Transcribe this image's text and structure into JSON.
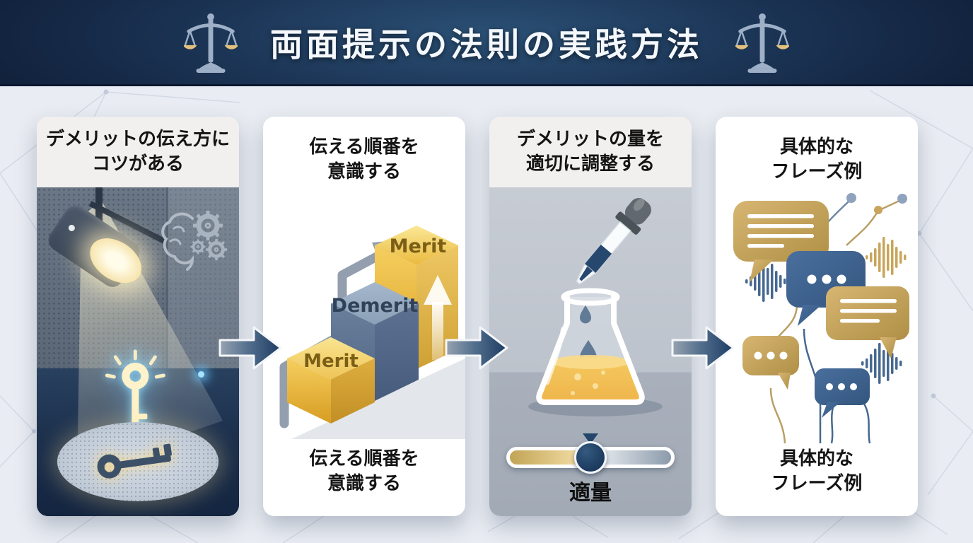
{
  "header": {
    "title": "両面提示の法則の実践方法",
    "left_icon": "balance-scale-icon",
    "right_icon": "balance-scale-icon"
  },
  "cards": [
    {
      "title_line1": "デメリットの伝え方に",
      "title_line2": "コツがある",
      "icons": [
        "spotlight-icon",
        "glowing-key-icon",
        "brain-gears-icon",
        "floor-key-icon"
      ]
    },
    {
      "title_line1": "伝える順番を",
      "title_line2": "意識する",
      "block_labels": [
        "Merit",
        "Demerit",
        "Merit"
      ],
      "bottom_line1": "伝える順番を",
      "bottom_line2": "意識する",
      "icons": [
        "rising-steps-icon",
        "zigzag-arrow-icon",
        "up-arrow-icon"
      ]
    },
    {
      "title_line1": "デメリットの量を",
      "title_line2": "適切に調整する",
      "slider_label": "適量",
      "icons": [
        "dropper-icon",
        "flask-icon",
        "slider-icon"
      ]
    },
    {
      "title_line1": "具体的な",
      "title_line2": "フレーズ例",
      "bottom_line1": "具体的な",
      "bottom_line2": "フレーズ例",
      "icons": [
        "speech-bubbles-icon",
        "sound-wave-icon"
      ]
    }
  ],
  "colors": {
    "header_navy": "#15263e",
    "background": "#e9ecf2",
    "accent_gold": "#d4ad5e",
    "demerit_blue": "#677d9a",
    "arrow_navy": "#1e3c62",
    "flask_orange": "#f5a913",
    "card_band_gray": "#f1f0ee"
  }
}
